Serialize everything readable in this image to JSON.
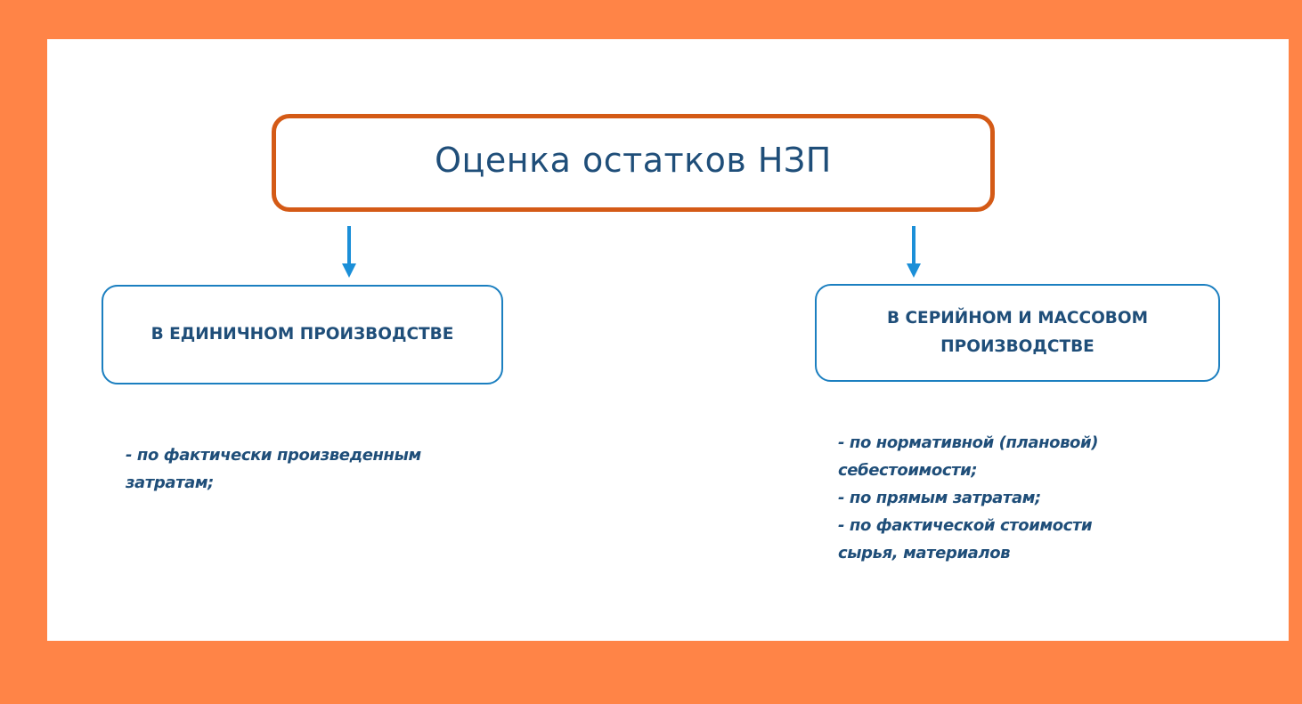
{
  "diagram": {
    "title": "Оценка остатков НЗП",
    "branches": [
      {
        "label": "В ЕДИНИЧНОМ ПРОИЗВОДСТВЕ",
        "methods_lines": [
          "- по фактически произведенным",
          "затратам;"
        ]
      },
      {
        "label_lines": [
          "В СЕРИЙНОМ И МАССОВОМ",
          "ПРОИЗВОДСТВЕ"
        ],
        "methods_lines": [
          "- по нормативной (плановой)",
          "себестоимости;",
          "- по прямым затратам;",
          "- по фактической стоимости",
          "сырья, материалов"
        ]
      }
    ]
  },
  "colors": {
    "background": "#FF8447",
    "panel": "#FFFFFF",
    "title_border": "#D45A16",
    "text": "#1F4E79",
    "arrow": "#1B8FD8",
    "branch_border": "#1B7FC0"
  },
  "icons": {
    "connector": "arrow-down-icon"
  }
}
